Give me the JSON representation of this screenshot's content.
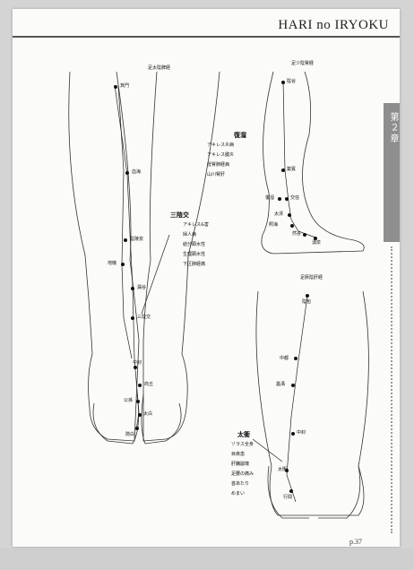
{
  "header": {
    "title": "HARI no IRYOKU"
  },
  "chapter_tab": {
    "label": "第２章"
  },
  "figures": {
    "left_leg_label": "足太陰脾経",
    "side_leg_label": "足少陰腎経",
    "right_leg_label": "足厥陰肝経"
  },
  "points": {
    "p1": "箕門",
    "p2": "血海",
    "p3": "陰陵泉",
    "p4": "地機",
    "p5": "漏谷",
    "p6": "三陰交",
    "p7": "中封",
    "p8": "商丘",
    "p9": "公孫",
    "p10": "太白",
    "p11": "隠白",
    "s1": "陰谷",
    "s2": "築賓",
    "s3": "交信",
    "s4": "復溜",
    "s5": "太渓",
    "s6": "照海",
    "s7": "然谷",
    "s8": "湧泉",
    "r1": "陰包",
    "r2": "中都",
    "r3": "蠡溝",
    "r4": "中封",
    "r5": "太衝",
    "r6": "行間"
  },
  "notes": {
    "fukuryu": {
      "head": "復溜",
      "lines": [
        "アキレス炎病",
        "アキレス腱炎",
        "低腎肺経病",
        "山川腎肝"
      ]
    },
    "sanin": {
      "head": "三陰交",
      "lines": [
        "アキレス&害",
        "婦人病",
        "結分顕水性",
        "生理顕水性",
        "下区肺経痛"
      ]
    },
    "taisho": {
      "head": "太衝",
      "lines": [
        "ゾラス全身",
        "目疾患",
        "肝臓崩壊",
        "足腰の痛み",
        "首あたり",
        "めまい"
      ]
    }
  },
  "page_number": "p.37"
}
